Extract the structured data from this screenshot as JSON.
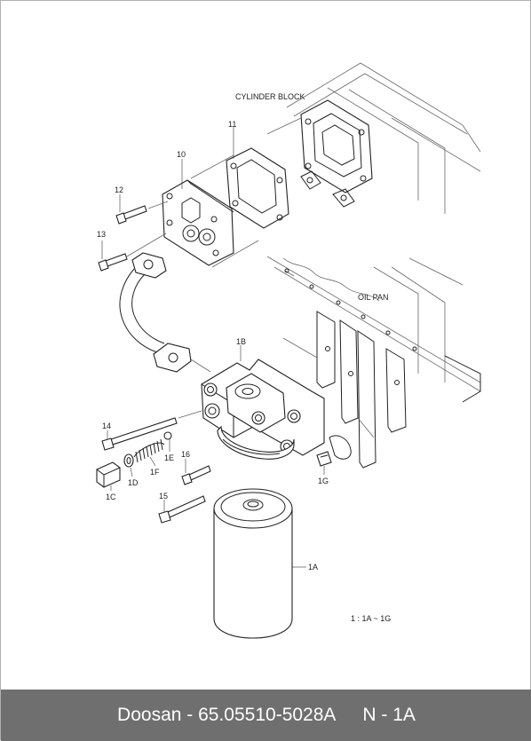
{
  "labels": {
    "cylinder_block": "CYLINDER BLOCK",
    "oil_pan": "OIL PAN",
    "p10": "10",
    "p11": "11",
    "p12": "12",
    "p13": "13",
    "p14": "14",
    "p15": "15",
    "p16": "16",
    "p1a": "1A",
    "p1b": "1B",
    "p1c": "1C",
    "p1d": "1D",
    "p1e": "1E",
    "p1f": "1F",
    "p1g": "1G",
    "range_note": "1 : 1A ~ 1G"
  },
  "footer": {
    "brand": "Doosan",
    "separator": " - ",
    "part_number": "65.05510-5028A",
    "section": "N - 1A"
  },
  "colors": {
    "footer_bg": "#6f6f6f",
    "line": "#222222"
  }
}
